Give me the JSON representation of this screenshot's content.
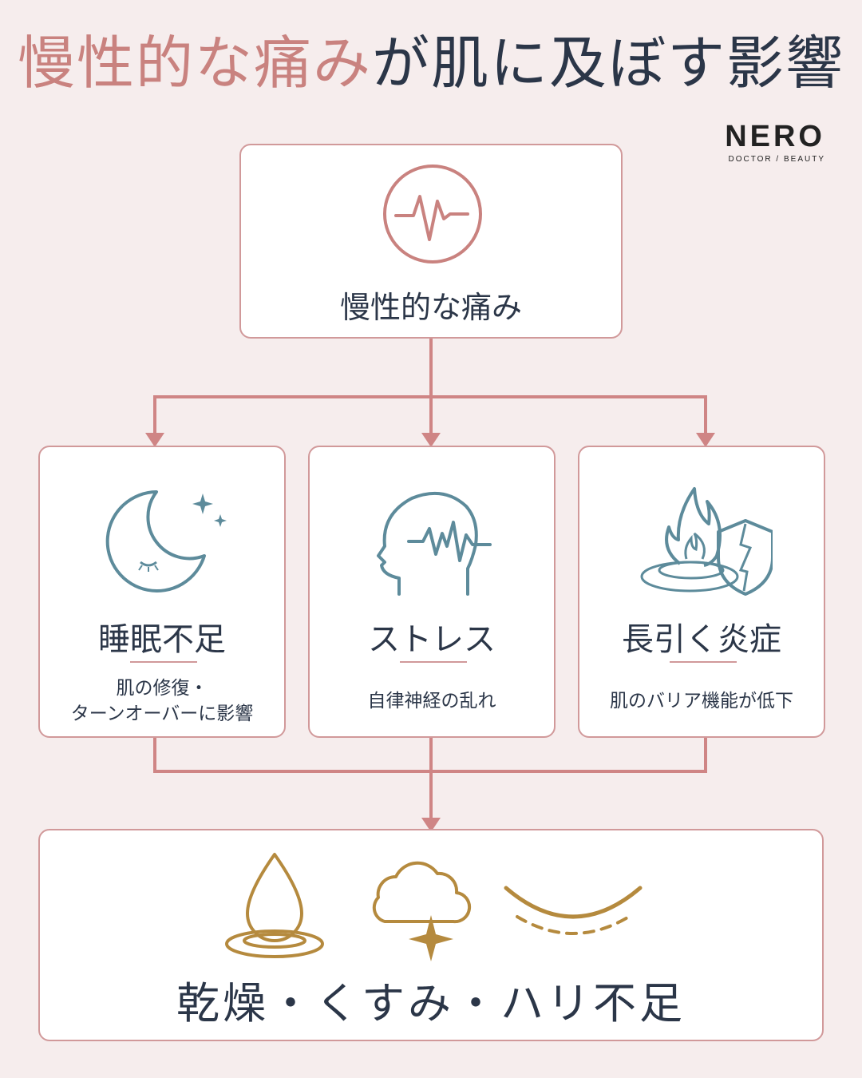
{
  "title": {
    "highlight": "慢性的な痛み",
    "rest": "が肌に及ぼす影響"
  },
  "brand": {
    "name": "NERO",
    "sub": "DOCTOR / BEAUTY"
  },
  "cause": {
    "label": "慢性的な痛み",
    "icon": "pulse-icon"
  },
  "factors": [
    {
      "label": "睡眠不足",
      "desc_line1": "肌の修復・",
      "desc_line2": "ターンオーバーに影響",
      "icon": "moon-icon"
    },
    {
      "label": "ストレス",
      "desc_line1": "自律神経の乱れ",
      "icon": "head-brainwave-icon"
    },
    {
      "label": "長引く炎症",
      "desc_line1": "肌のバリア機能が低下",
      "icon": "flame-shield-icon"
    }
  ],
  "result": {
    "label": "乾燥・くすみ・ハリ不足",
    "icons": [
      "water-drop-icon",
      "cloud-sparkle-icon",
      "sagging-curve-icon"
    ]
  },
  "colors": {
    "accent": "#c9827f",
    "connector": "#cf8585",
    "border": "#d1999a",
    "icon_blue": "#5d8b9b",
    "icon_gold": "#b58a3e",
    "text": "#2b3648",
    "background": "#f6eded"
  }
}
